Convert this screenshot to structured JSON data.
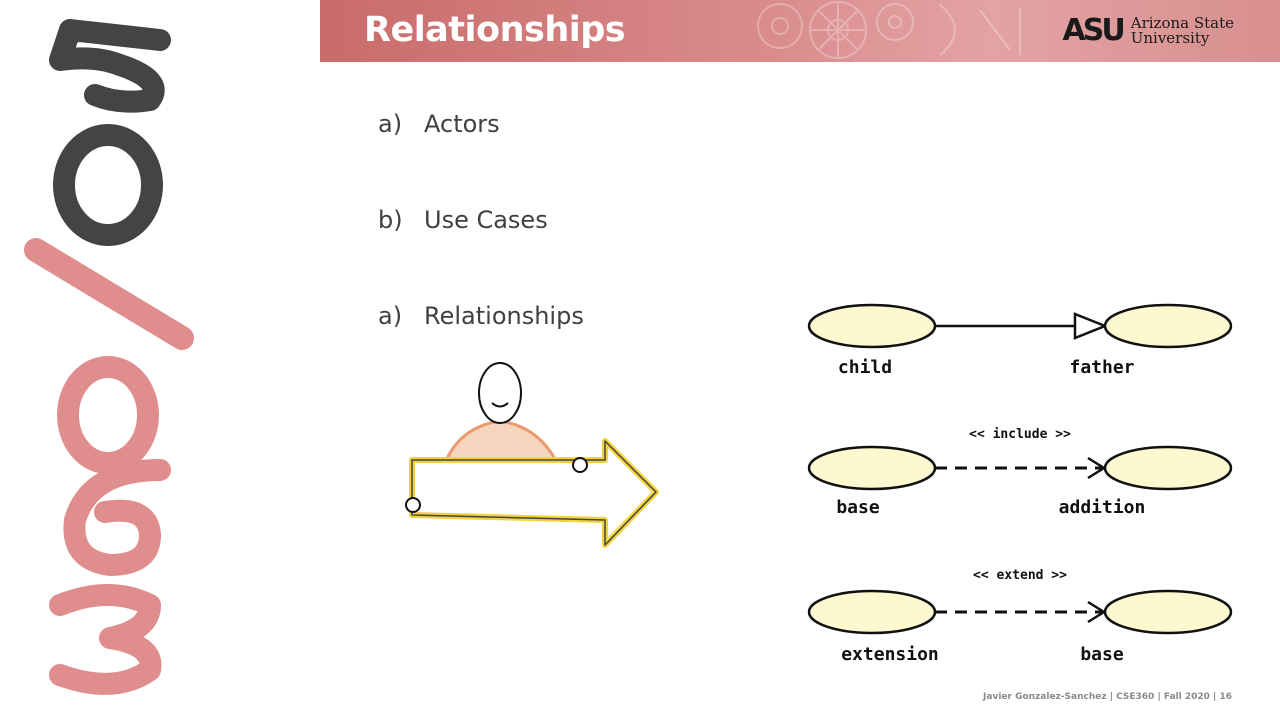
{
  "slide": {
    "title": "Relationships",
    "side_logo_text": "360/05",
    "brand": {
      "mark": "ASU",
      "name_line1": "Arizona State",
      "name_line2": "University"
    },
    "bullets": [
      {
        "marker": "a)",
        "text": "Actors"
      },
      {
        "marker": "b)",
        "text": "Use Cases"
      },
      {
        "marker": "a)",
        "text": "Relationships"
      }
    ],
    "footer": "Javier Gonzalez-Sanchez | CSE360 | Fall 2020 | 16"
  },
  "diagram": {
    "generalization": {
      "from": "child",
      "to": "father"
    },
    "include": {
      "stereotype": "<< include >>",
      "from": "base",
      "to": "addition"
    },
    "extend": {
      "stereotype": "<< extend >>",
      "from": "extension",
      "to": "base"
    }
  },
  "colors": {
    "header": "#d98a8a",
    "logo_dark": "#3a3a3a",
    "logo_pink": "#e08d8d",
    "ellipse_fill": "#fdf8cf",
    "arrow_yellow": "#f2d33c",
    "shirt": "#e99a6e",
    "bullet_text": "#404040"
  },
  "icons": [
    "person-holding-arrow-illustration",
    "hollow-triangle-arrowhead",
    "open-arrowhead"
  ]
}
